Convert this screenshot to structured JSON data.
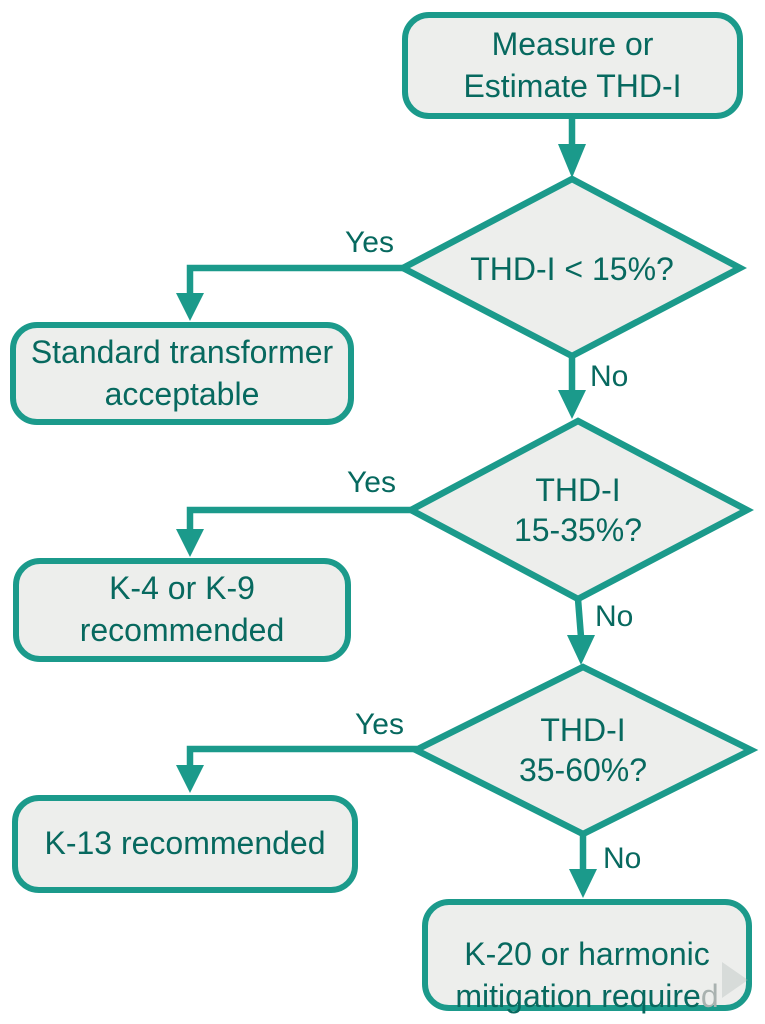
{
  "colors": {
    "teal_stroke": "#1b9a8b",
    "teal_text": "#07695f",
    "node_fill": "#edeeec",
    "muted_gray": "#a9b2b0",
    "background": "#ffffff"
  },
  "flowchart": {
    "start": {
      "label": "Measure or\nEstimate THD-I"
    },
    "decisions": [
      {
        "label": "THD-I < 15%?"
      },
      {
        "label": "THD-I\n15-35%?"
      },
      {
        "label": "THD-I\n35-60%?"
      }
    ],
    "results": [
      {
        "label": "Standard transformer\nacceptable"
      },
      {
        "label": "K-4 or K-9\nrecommended"
      },
      {
        "label": "K-13 recommended"
      },
      {
        "label": "K-20 or harmonic\nmitigation require",
        "suffix_d": "d"
      }
    ],
    "edge_labels": {
      "yes": "Yes",
      "no": "No"
    }
  }
}
